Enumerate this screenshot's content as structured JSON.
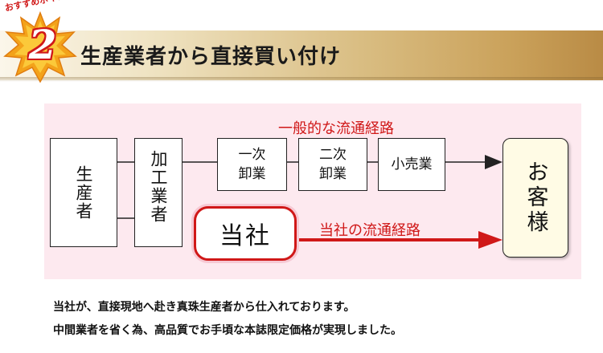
{
  "header": {
    "point_label": "おすすめポイント",
    "point_number": "2",
    "title": "生産業者から直接買い付け"
  },
  "diagram": {
    "producer": "生産者",
    "processor": "加工業者",
    "wholesale_1": "一次\n卸業",
    "wholesale_2": "二次\n卸業",
    "retailer": "小売業",
    "customer": "お客様",
    "company": "当社",
    "general_route_label": "一般的な流通経路",
    "company_route_label": "当社の流通経路"
  },
  "description": {
    "line1": "当社が、直接現地へ赴き真珠生産者から仕入れております。",
    "line2": "中間業者を省く為、高品質でお手頃な本誌限定価格が実現しました。"
  },
  "colors": {
    "accent_red": "#d01818",
    "diagram_bg": "#fde9ef",
    "banner_gold": "#caa15a",
    "customer_bg": "#fffbe5"
  }
}
